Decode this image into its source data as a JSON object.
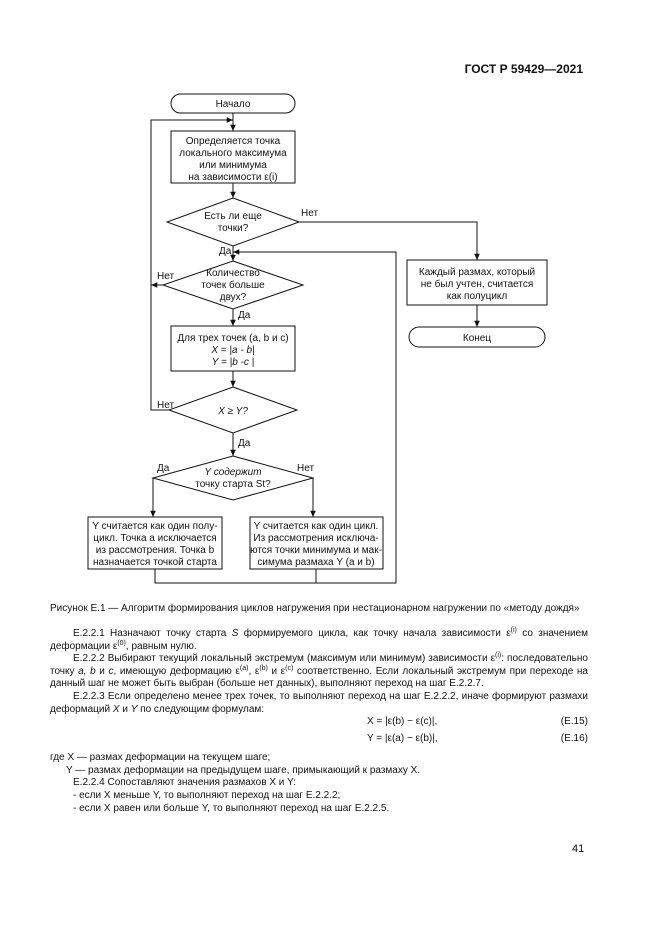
{
  "header": {
    "doc_id": "ГОСТ Р 59429—2021"
  },
  "flowchart": {
    "start": "Начало",
    "step_determine": [
      "Определяется точка",
      "локального максимума",
      "или минимума",
      "на зависимости ε(i)"
    ],
    "decision_more_points": [
      "Есть ли еще",
      "точки?"
    ],
    "decision_count": [
      "Количество",
      "точек больше",
      "двух?"
    ],
    "step_three_points": [
      "Для трех точек (a, b и c)",
      "X = |a - b|",
      "Y = |b -c |"
    ],
    "decision_xy": "X ≥ Y?",
    "decision_start": [
      "Y содержит",
      "точку старта St?"
    ],
    "step_half_start": [
      "Y считается как один полу-",
      "цикл. Точка a исключается",
      "из рассмотрения. Точка b",
      "назначается точкой старта"
    ],
    "step_full": [
      "Y считается как один цикл.",
      "Из рассмотрения исключа-",
      "ются точки минимума и мак-",
      "симума размаха Y (a и b)"
    ],
    "step_remaining": [
      "Каждый размах, который",
      "не был учтен, считается",
      "как полуцикл"
    ],
    "end": "Конец",
    "yes": "Да",
    "no": "Нет"
  },
  "caption": "Рисунок Е.1 — Алгоритм формирования циклов нагружения при нестационарном нагружении по «методу дождя»",
  "paragraphs": {
    "p1_a": "Е.2.2.1 Назначают точку старта ",
    "p1_b": "S",
    "p1_c": " формируемого цикла, как точку начала зависимости ε",
    "p1_d": "(i)",
    "p1_e": " со значением деформации ε",
    "p1_f": "(0)",
    "p1_g": ", равным нулю.",
    "p2_a": "Е.2.2.2 Выбирают текущий локальный экстремум (максимум или минимум) зависимости ε",
    "p2_b": "(i)",
    "p2_c": ": последовательно точку ",
    "p2_d": "a, b",
    "p2_e": " и ",
    "p2_f": "c",
    "p2_g": ", имеющую деформацию ε",
    "p2_h": "(a)",
    "p2_i": ", ε",
    "p2_j": "(b)",
    "p2_k": " и ε",
    "p2_l": "(c)",
    "p2_m": " соответственно. Если локальный экстремум при переходе на данный шаг не может быть выбран (больше нет данных), выполняют переход на шаг Е.2.2.7.",
    "p3_a": "Е.2.2.3 Если определено менее трех точек, то выполняют переход на шаг Е.2.2.2, иначе формируют размахи деформаций ",
    "p3_b": "X",
    "p3_c": " и ",
    "p3_d": "Y",
    "p3_e": " по следующим формулам:"
  },
  "formulas": [
    {
      "text": "X = |ε(b) − ε(c)|,",
      "number": "(Е.15)"
    },
    {
      "text": "Y = |ε(a) − ε(b)|,",
      "number": "(Е.16)"
    }
  ],
  "where": [
    {
      "symbol": "где X",
      "text": " — размах деформации на текущем шаге;"
    },
    {
      "symbol": "Y",
      "text": " — размах деформации на предыдущем шаге, примыкающий к размаху X."
    }
  ],
  "p4": "Е.2.2.4 Сопоставляют значения размахов X и Y:",
  "list": [
    "- если X меньше Y, то выполняют переход на шаг Е.2.2.2;",
    "- если X равен или больше Y, то выполняют переход на шаг Е.2.2.5."
  ],
  "page_number": "41"
}
